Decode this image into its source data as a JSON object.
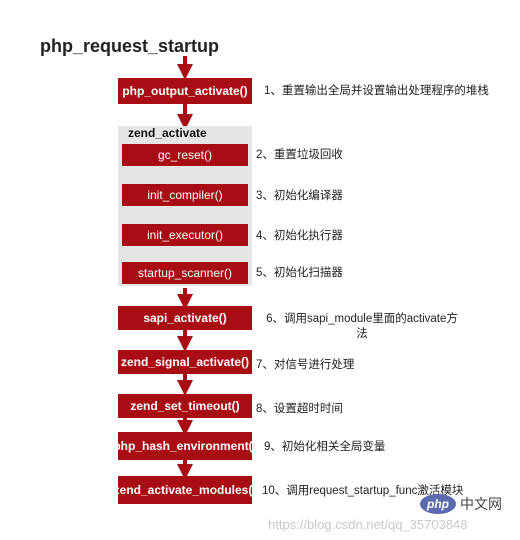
{
  "title": "php_request_startup",
  "group": {
    "label": "zend_activate"
  },
  "steps": [
    {
      "label": "php_output_activate()",
      "note": "1、重置输出全局并设置输出处理程序的堆栈"
    },
    {
      "label": "gc_reset()",
      "note": "2、重置垃圾回收"
    },
    {
      "label": "init_compiler()",
      "note": "3、初始化编译器"
    },
    {
      "label": "init_executor()",
      "note": "4、初始化执行器"
    },
    {
      "label": "startup_scanner()",
      "note": "5、初始化扫描器"
    },
    {
      "label": "sapi_activate()",
      "note": "6、调用sapi_module里面的activate方法"
    },
    {
      "label": "zend_signal_activate()",
      "note": "7、对信号进行处理"
    },
    {
      "label": "zend_set_timeout()",
      "note": "8、设置超时时间"
    },
    {
      "label": "php_hash_environment()",
      "note": "9、初始化相关全局变量"
    },
    {
      "label": "zend_activate_modules()",
      "note": "10、调用request_startup_func激活模块"
    }
  ],
  "watermark": "https://blog.csdn.net/qq_35703848",
  "logo": {
    "mark": "php",
    "text": "中文网"
  },
  "colors": {
    "box": "#a80d14",
    "arrow": "#a80d14",
    "panel": "#e6e6e6"
  }
}
